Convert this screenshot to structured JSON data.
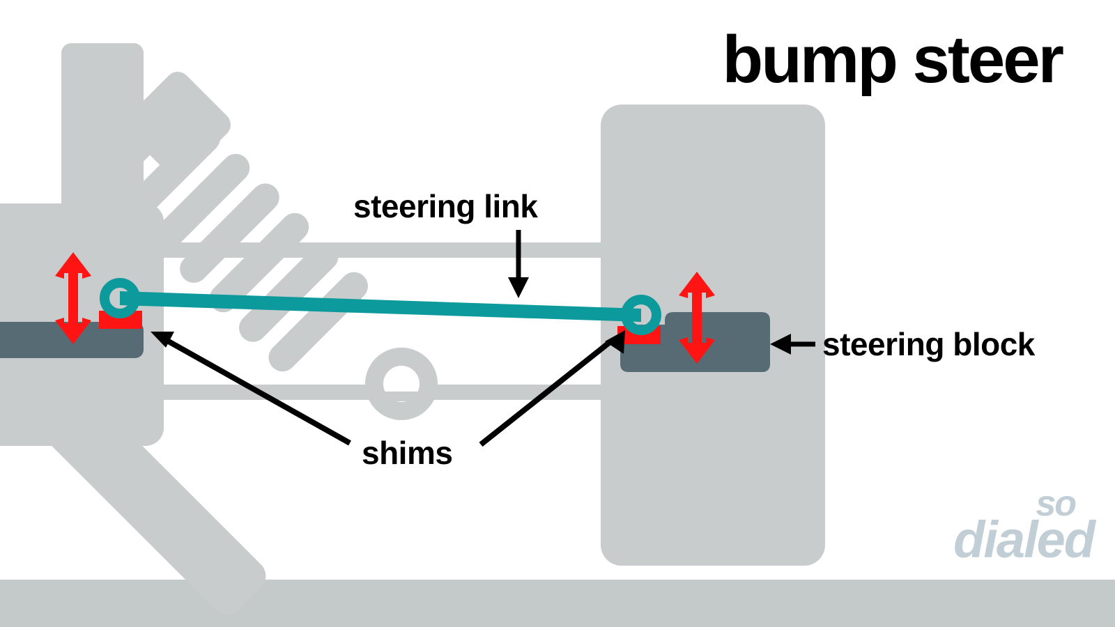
{
  "title": "bump steer",
  "labels": {
    "steering_link": "steering link",
    "steering_block": "steering block",
    "shims": "shims"
  },
  "watermark": {
    "line1": "so",
    "line2": "dialed"
  },
  "colors": {
    "background": "#ffffff",
    "body_gray": "#c8cccc",
    "ground_gray": "#c4c9c9",
    "slate_block": "#566b73",
    "shim_red": "#ff1414",
    "arrow_red": "#ff1414",
    "link_teal": "#0d9a9c",
    "label_black": "#000000",
    "watermark_blue_gray": "#c2ced6"
  },
  "diagram": {
    "type": "suspension-geometry-illustration",
    "subject": "R/C car front suspension showing bump steer with steering link, shims and steering block",
    "parts": [
      {
        "name": "shock-absorber",
        "color": "#c8cccc",
        "note": "angled coil-over spring at approx 45 degrees on left upright"
      },
      {
        "name": "left-upright",
        "color": "#c8cccc"
      },
      {
        "name": "right-upright",
        "color": "#c8cccc"
      },
      {
        "name": "upper-suspension-arm",
        "color": "#c8cccc"
      },
      {
        "name": "lower-suspension-arm",
        "color": "#c8cccc"
      },
      {
        "name": "wheel-hub-ring",
        "color": "#c8cccc"
      },
      {
        "name": "steering-link",
        "color": "#0d9a9c",
        "note": "teal bar spanning left pivot to right pivot, sloping downward to the right"
      },
      {
        "name": "left-pivot-ball-end",
        "color": "#0d9a9c"
      },
      {
        "name": "right-pivot-ball-end",
        "color": "#0d9a9c"
      },
      {
        "name": "left-shim",
        "color": "#ff1414"
      },
      {
        "name": "right-shim",
        "color": "#ff1414"
      },
      {
        "name": "left-steering-block",
        "color": "#566b73"
      },
      {
        "name": "right-steering-block",
        "color": "#566b73"
      },
      {
        "name": "left-travel-arrow",
        "color": "#ff1414",
        "direction": "vertical-double-headed"
      },
      {
        "name": "right-travel-arrow",
        "color": "#ff1414",
        "direction": "vertical-double-headed"
      },
      {
        "name": "ground",
        "color": "#c4c9c9"
      }
    ]
  }
}
